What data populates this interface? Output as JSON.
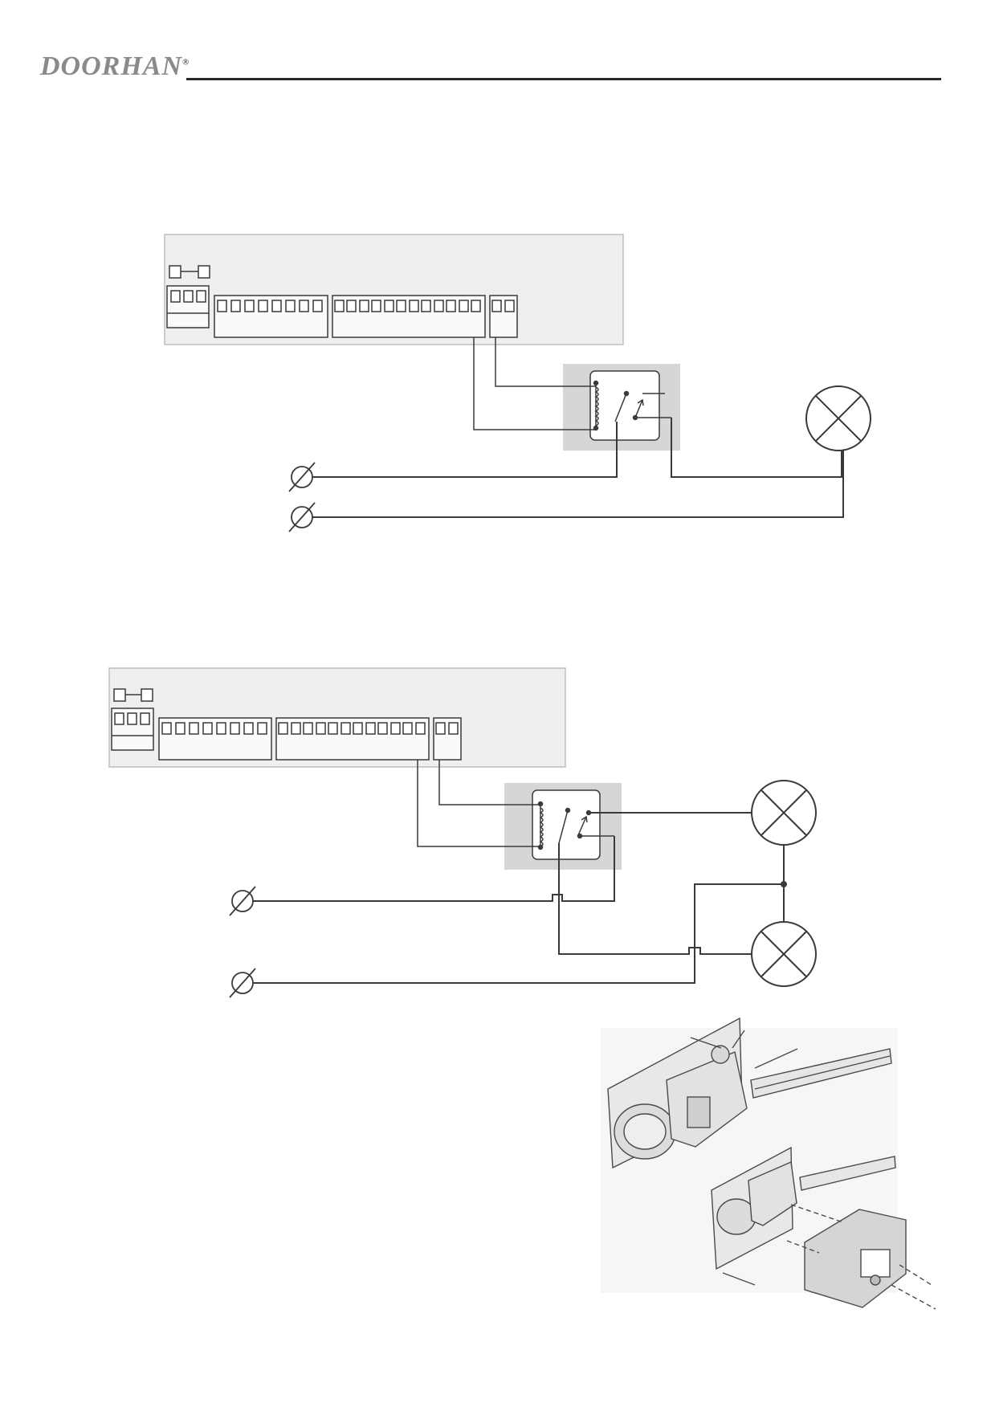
{
  "header": {
    "logo_text": "DOORHAN",
    "registered_mark": "®"
  },
  "colors": {
    "board_fill": "#efefef",
    "relay_fill": "#d6d6d6",
    "line": "#3a3a3a"
  },
  "icons": [
    "fuse-icon",
    "terminal-block-icon",
    "relay-icon",
    "lamp-icon",
    "phase-symbol-icon"
  ],
  "diagram_1": {
    "lamp_count": 1
  },
  "diagram_2": {
    "lamp_count": 2
  },
  "illustration": {
    "description_icon": "gate-operator-assembly-icon"
  }
}
